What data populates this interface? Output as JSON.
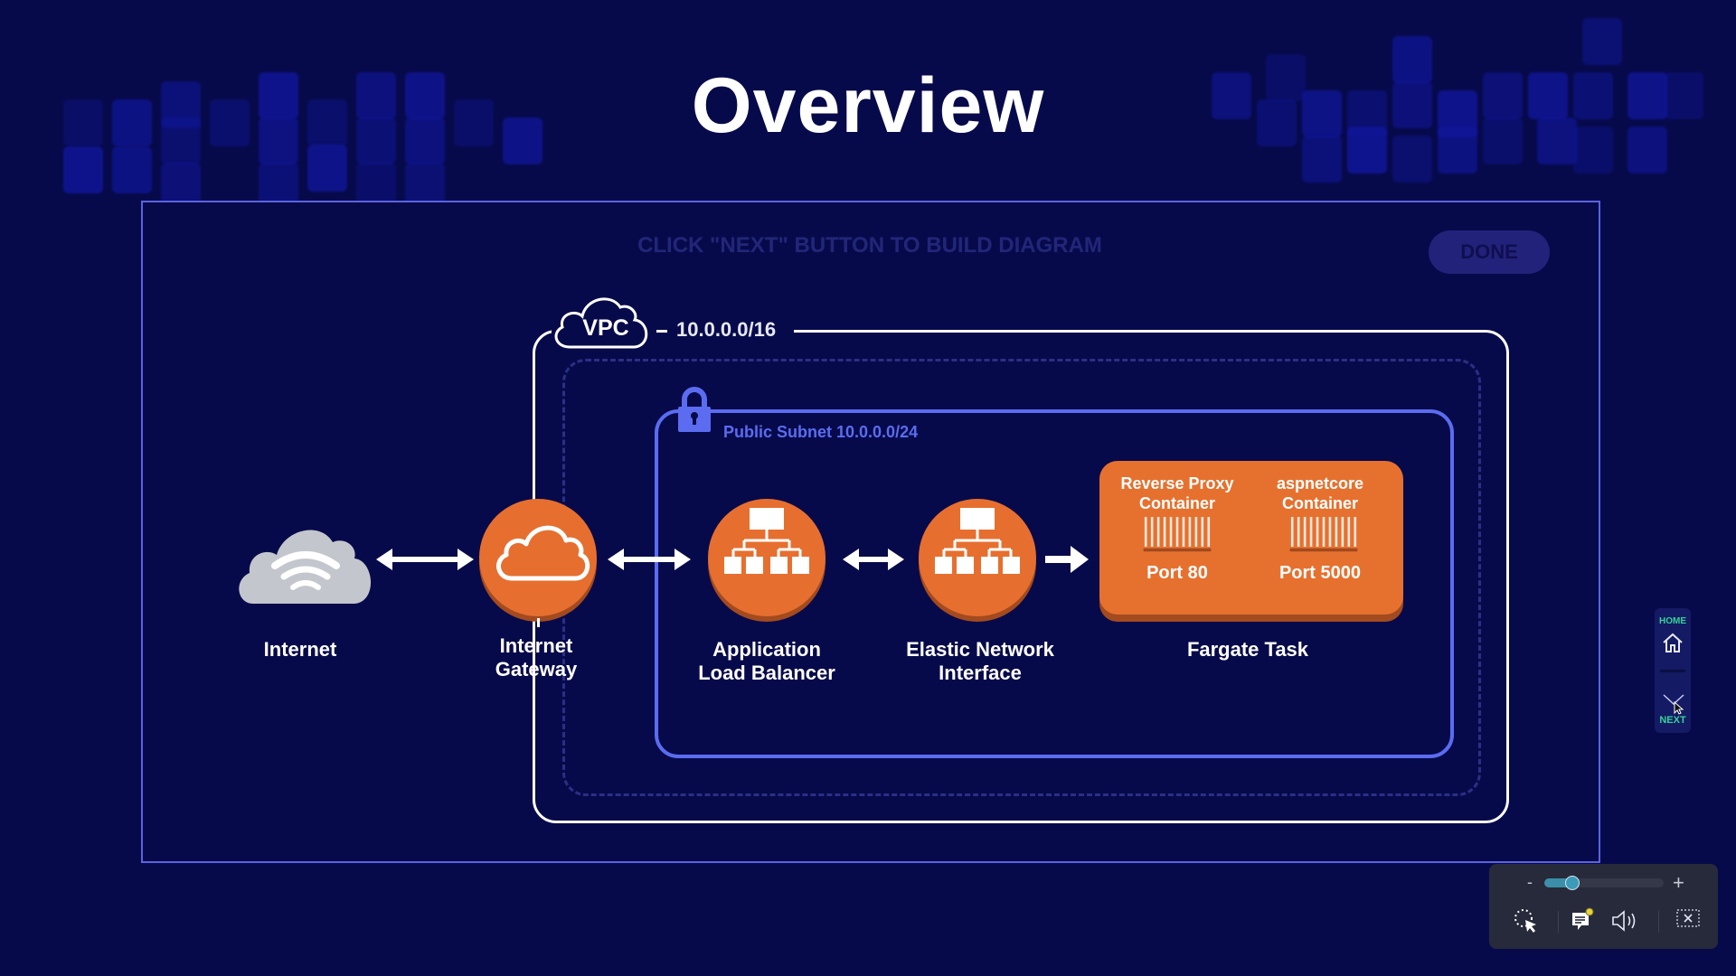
{
  "slide": {
    "title": "Overview",
    "hint": "CLICK \"NEXT\" BUTTON TO BUILD DIAGRAM",
    "done_label": "DONE"
  },
  "diagram": {
    "vpc": {
      "label": "VPC",
      "cidr": "10.0.0.0/16"
    },
    "subnet": {
      "label": "Public Subnet 10.0.0.0/24"
    },
    "nodes": [
      {
        "id": "internet",
        "label_line1": "Internet",
        "label_line2": "",
        "icon": "wifi-cloud-icon"
      },
      {
        "id": "internet-gateway",
        "label_line1": "Internet",
        "label_line2": "Gateway",
        "icon": "cloud-icon"
      },
      {
        "id": "application-load-balancer",
        "label_line1": "Application",
        "label_line2": "Load Balancer",
        "icon": "hierarchy-icon"
      },
      {
        "id": "elastic-network-interface",
        "label_line1": "Elastic Network",
        "label_line2": "Interface",
        "icon": "hierarchy-icon"
      }
    ],
    "fargate": {
      "label": "Fargate Task",
      "containers": [
        {
          "name_line1": "Reverse Proxy",
          "name_line2": "Container",
          "port": "Port 80"
        },
        {
          "name_line1": "aspnetcore",
          "name_line2": "Container",
          "port": "Port 5000"
        }
      ]
    },
    "connections": [
      {
        "from": "internet",
        "to": "internet-gateway",
        "direction": "bidirectional"
      },
      {
        "from": "internet-gateway",
        "to": "application-load-balancer",
        "direction": "bidirectional"
      },
      {
        "from": "application-load-balancer",
        "to": "elastic-network-interface",
        "direction": "bidirectional"
      },
      {
        "from": "elastic-network-interface",
        "to": "fargate-task",
        "direction": "forward"
      }
    ],
    "colors": {
      "accent_orange": "#e66f2f",
      "subnet_blue": "#5b6cf0",
      "background": "#070a4a",
      "nav_green": "#35d39a"
    }
  },
  "nav": {
    "home_label": "HOME",
    "next_label": "NEXT"
  },
  "player_toolbar": {
    "zoom_minus": "-",
    "zoom_plus": "+",
    "zoom_level_fraction": 0.18,
    "icons": [
      "pointer-select-icon",
      "captions-icon",
      "volume-icon",
      "close-icon"
    ]
  }
}
